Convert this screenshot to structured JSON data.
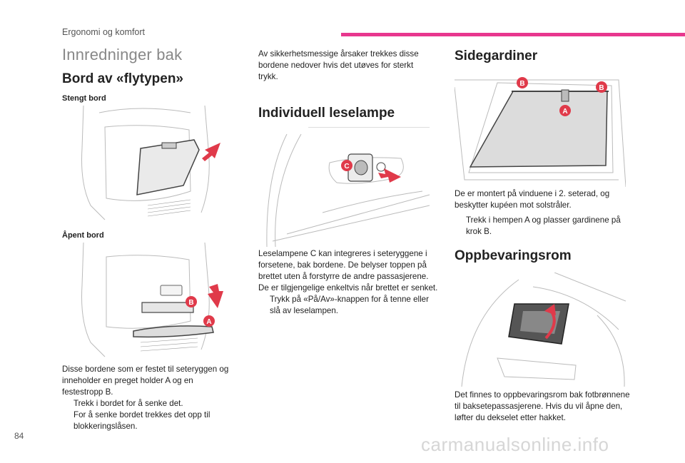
{
  "header": {
    "section": "Ergonomi og komfort",
    "accent": "#e8378e"
  },
  "page_number": "84",
  "watermark": "carmanualsonline.info",
  "left": {
    "title": "Innredninger bak",
    "heading": "Bord av «flytypen»",
    "closed_label": "Stengt bord",
    "open_label": "Åpent bord",
    "text": [
      "Disse bordene som er festet til seteryggen og inneholder en preget holder A og en festestropp B."
    ],
    "bullets": [
      "Trekk i bordet for å senke det.",
      "For å senke bordet trekkes det opp til blokkeringslåsen."
    ],
    "markers": [
      "B",
      "A"
    ]
  },
  "middle": {
    "intro": "Av sikkerhetsmessige årsaker trekkes disse bordene nedover hvis det utøves for sterkt trykk.",
    "heading": "Individuell leselampe",
    "text": "Leselampene C kan integreres i seteryggene i forsetene, bak bordene. De belyser toppen på brettet uten å forstyrre de andre passasjerene. De er tilgjengelige enkeltvis når brettet er senket.",
    "bullets": [
      "Trykk på «På/Av»-knappen for å tenne eller slå av leselampen."
    ],
    "markers": [
      "C"
    ]
  },
  "right": {
    "heading1": "Sidegardiner",
    "text1": "De er montert på vinduene i 2. seterad, og beskytter kupéen mot solstråler.",
    "bullets1": [
      "Trekk i hempen A og plasser gardinene på krok B."
    ],
    "heading2": "Oppbevaringsrom",
    "text2": "Det finnes to oppbevaringsrom bak fotbrønnene til baksetepassasjerene. Hvis du vil åpne den, løfter du dekselet etter hakket.",
    "markers": [
      "B",
      "B",
      "A"
    ]
  },
  "bullet_glyph": "",
  "marker_color": "#e03a4a"
}
